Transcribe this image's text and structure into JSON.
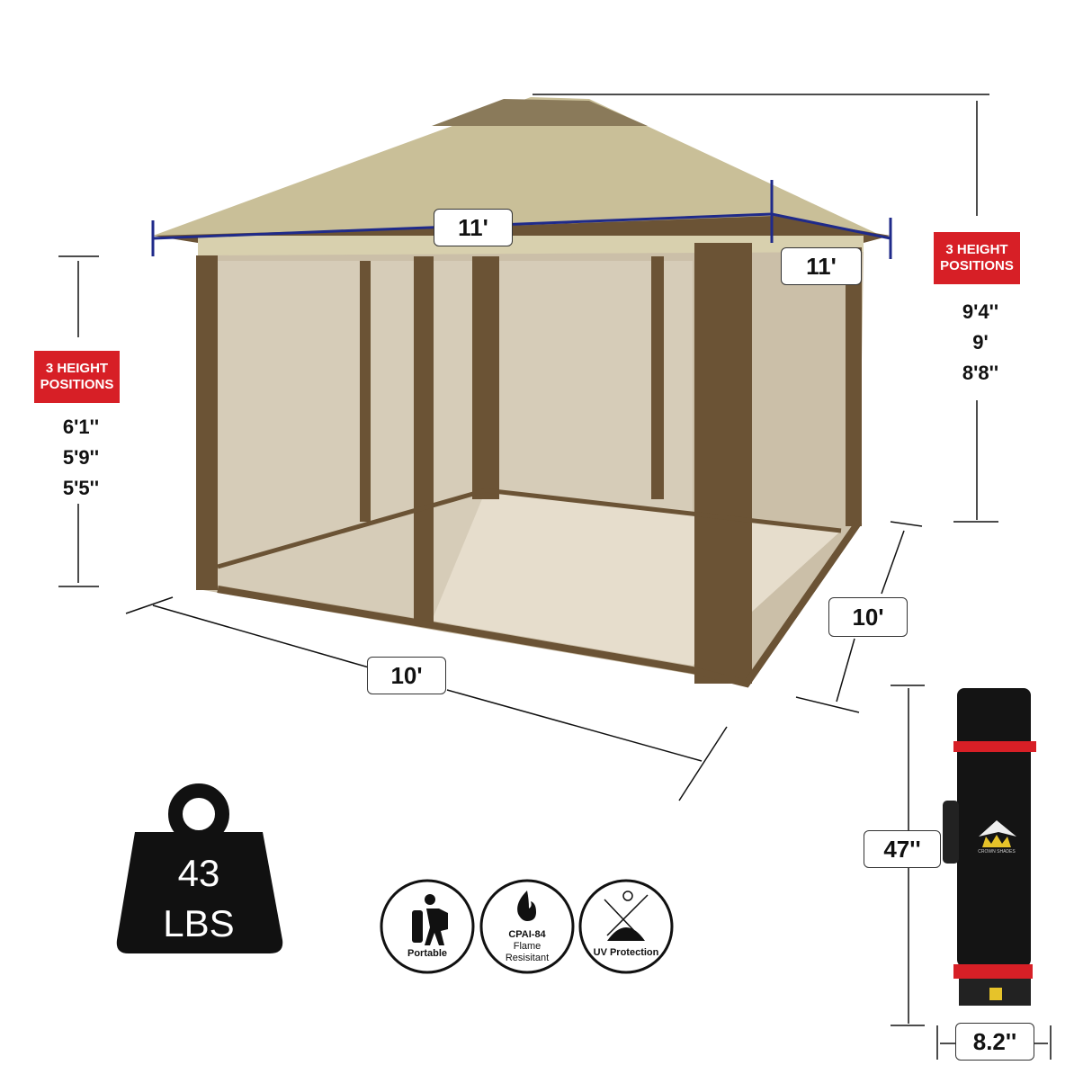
{
  "canopy": {
    "width_front": "11'",
    "width_side": "11'"
  },
  "base": {
    "length_front": "10'",
    "length_side": "10'"
  },
  "eave_height": {
    "badge": [
      "3 HEIGHT",
      "POSITIONS"
    ],
    "values": [
      "6'1''",
      "5'9''",
      "5'5''"
    ]
  },
  "peak_height": {
    "badge": [
      "3 HEIGHT",
      "POSITIONS"
    ],
    "values": [
      "9'4''",
      "9'",
      "8'8''"
    ]
  },
  "weight": {
    "value": "43",
    "unit": "LBS"
  },
  "features": [
    {
      "icon": "hiker-icon",
      "label": "Portable"
    },
    {
      "icon": "flame-icon",
      "label": [
        "CPAI-84",
        "Flame",
        "Resisitant"
      ]
    },
    {
      "icon": "uv-shield-icon",
      "label": "UV Protection"
    }
  ],
  "bag": {
    "height": "47''",
    "width": "8.2''",
    "logo": "CROWN SHADES"
  },
  "colors": {
    "accent": "#d71f26",
    "canopy": "#c9bf98",
    "frame": "#6b5335",
    "dimension_line": "#1f2a8a"
  }
}
